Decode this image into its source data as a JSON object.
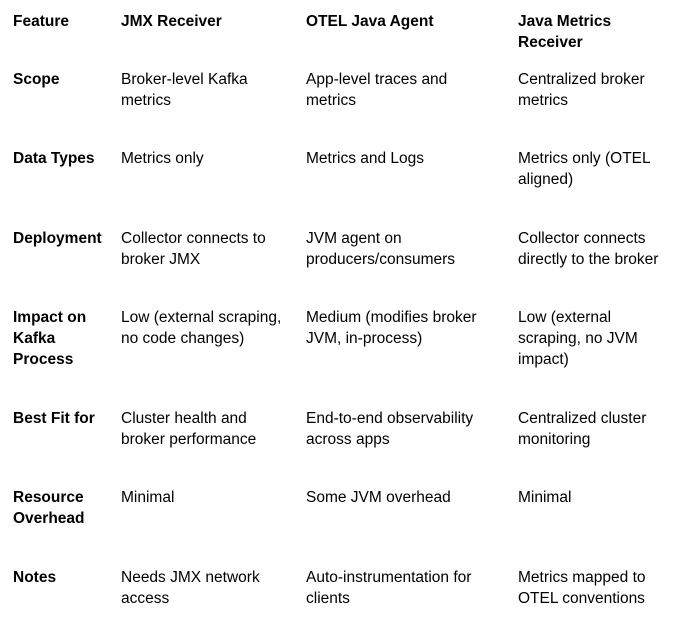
{
  "table": {
    "headers": [
      "Feature",
      "JMX Receiver",
      "OTEL Java Agent",
      "Java Metrics\nReceiver"
    ],
    "rows": [
      {
        "feature": "Scope",
        "jmx": "Broker-level Kafka\nmetrics",
        "otel": "App-level traces and\nmetrics",
        "jmr": "Centralized broker\nmetrics"
      },
      {
        "feature": "Data Types",
        "jmx": "Metrics only",
        "otel": " Metrics and Logs",
        "jmr": "Metrics only (OTEL\naligned)"
      },
      {
        "feature": "Deployment",
        "jmx": "Collector connects to\nbroker JMX",
        "otel": "JVM agent on\nproducers/consumers",
        "jmr": "Collector connects\ndirectly to the broker"
      },
      {
        "feature": "Impact on\nKafka\nProcess",
        "jmx": "Low (external scraping,\nno code changes)",
        "otel": "Medium (modifies broker\nJVM, in-process)",
        "jmr": "Low (external\nscraping, no JVM\nimpact)"
      },
      {
        "feature": "Best Fit for",
        "jmx": "Cluster health and\nbroker performance",
        "otel": "End-to-end observability\nacross apps",
        "jmr": "Centralized cluster\nmonitoring"
      },
      {
        "feature": "Resource\nOverhead",
        "jmx": "Minimal",
        "otel": "Some JVM overhead",
        "jmr": "Minimal"
      },
      {
        "feature": "Notes",
        "jmx": "Needs JMX network\naccess",
        "otel": "Auto-instrumentation for\nclients",
        "jmr": "Metrics mapped to\nOTEL conventions"
      }
    ]
  }
}
